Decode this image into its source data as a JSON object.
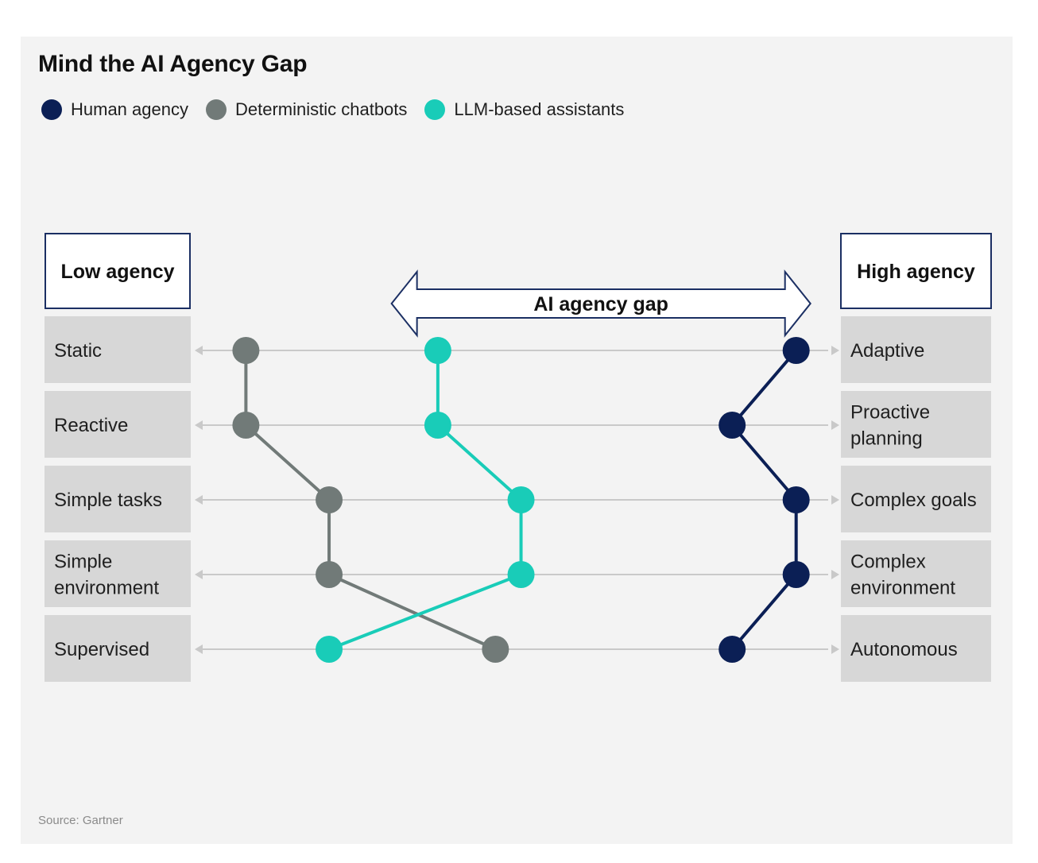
{
  "title": "Mind the AI Agency Gap",
  "source": "Source: Gartner",
  "legend": [
    {
      "label": "Human agency",
      "color": "#0b1f55"
    },
    {
      "label": "Deterministic chatbots",
      "color": "#717a78"
    },
    {
      "label": "LLM-based assistants",
      "color": "#19ccb8"
    }
  ],
  "chart_data": {
    "type": "line",
    "title": "Mind the AI Agency Gap",
    "low_header": "Low agency",
    "high_header": "High agency",
    "gap_label": "AI agency gap",
    "dimensions": [
      {
        "low": "Static",
        "high": "Adaptive"
      },
      {
        "low": "Reactive",
        "high": "Proactive planning"
      },
      {
        "low": "Simple tasks",
        "high": "Complex goals"
      },
      {
        "low": "Simple environment",
        "high": "Complex environment"
      },
      {
        "low": "Supervised",
        "high": "Autonomous"
      }
    ],
    "x_range": [
      0,
      100
    ],
    "gap_range": [
      33,
      94
    ],
    "series": [
      {
        "name": "Deterministic chatbots",
        "color": "#717a78",
        "values": [
          8,
          8,
          21,
          21,
          47
        ]
      },
      {
        "name": "LLM-based assistants",
        "color": "#19ccb8",
        "values": [
          38,
          38,
          51,
          51,
          21
        ]
      },
      {
        "name": "Human agency",
        "color": "#0b1f55",
        "values": [
          94,
          84,
          94,
          94,
          84
        ]
      }
    ]
  }
}
